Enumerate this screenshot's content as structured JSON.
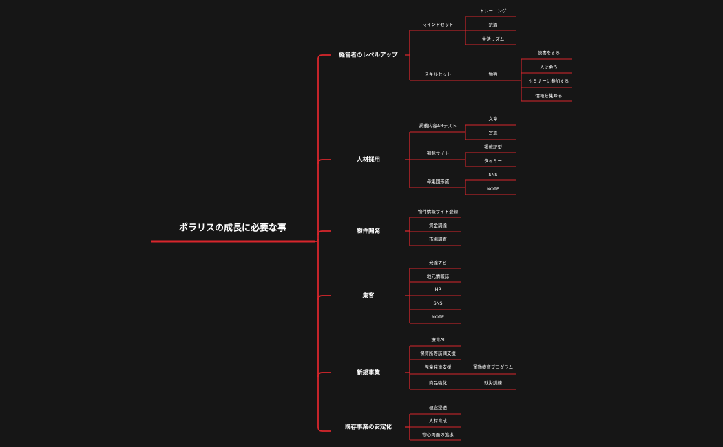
{
  "colors": {
    "background": "#161616",
    "line": "#d8262c",
    "text": "#ffffff"
  },
  "root": "ポラリスの成長に必要な事",
  "branches": [
    {
      "label": "経営者のレベルアップ",
      "children": [
        {
          "label": "マインドセット",
          "children": [
            "トレーニング",
            "禁酒",
            "生活リズム"
          ]
        },
        {
          "label": "スキルセット",
          "children": [
            {
              "label": "勉強",
              "children": [
                "読書をする",
                "人に会う",
                "セミナーに参加する",
                "情報を集める"
              ]
            }
          ]
        }
      ]
    },
    {
      "label": "人材採用",
      "children": [
        {
          "label": "掲載内容ABテスト",
          "children": [
            "文章",
            "写真"
          ]
        },
        {
          "label": "掲載サイト",
          "children": [
            "掲載証型",
            "タイミー"
          ]
        },
        {
          "label": "母集団形成",
          "children": [
            "SNS",
            "NOTE"
          ]
        }
      ]
    },
    {
      "label": "物件開発",
      "children": [
        "物件情報サイト登録",
        "資金調達",
        "市場調査"
      ]
    },
    {
      "label": "集客",
      "children": [
        "発達ナビ",
        "地元情報誌",
        "HP",
        "SNS",
        "NOTE"
      ]
    },
    {
      "label": "新規事業",
      "children": [
        "療育AI",
        "保育所等訪問支援",
        {
          "label": "児童発達支援",
          "children": [
            "運動療育プログラム"
          ]
        },
        {
          "label": "商品強化",
          "children": [
            "就労訓練"
          ]
        }
      ]
    },
    {
      "label": "既存事業の安定化",
      "children": [
        "理念浸透",
        "人材育成",
        "物心両面の追求"
      ]
    }
  ]
}
